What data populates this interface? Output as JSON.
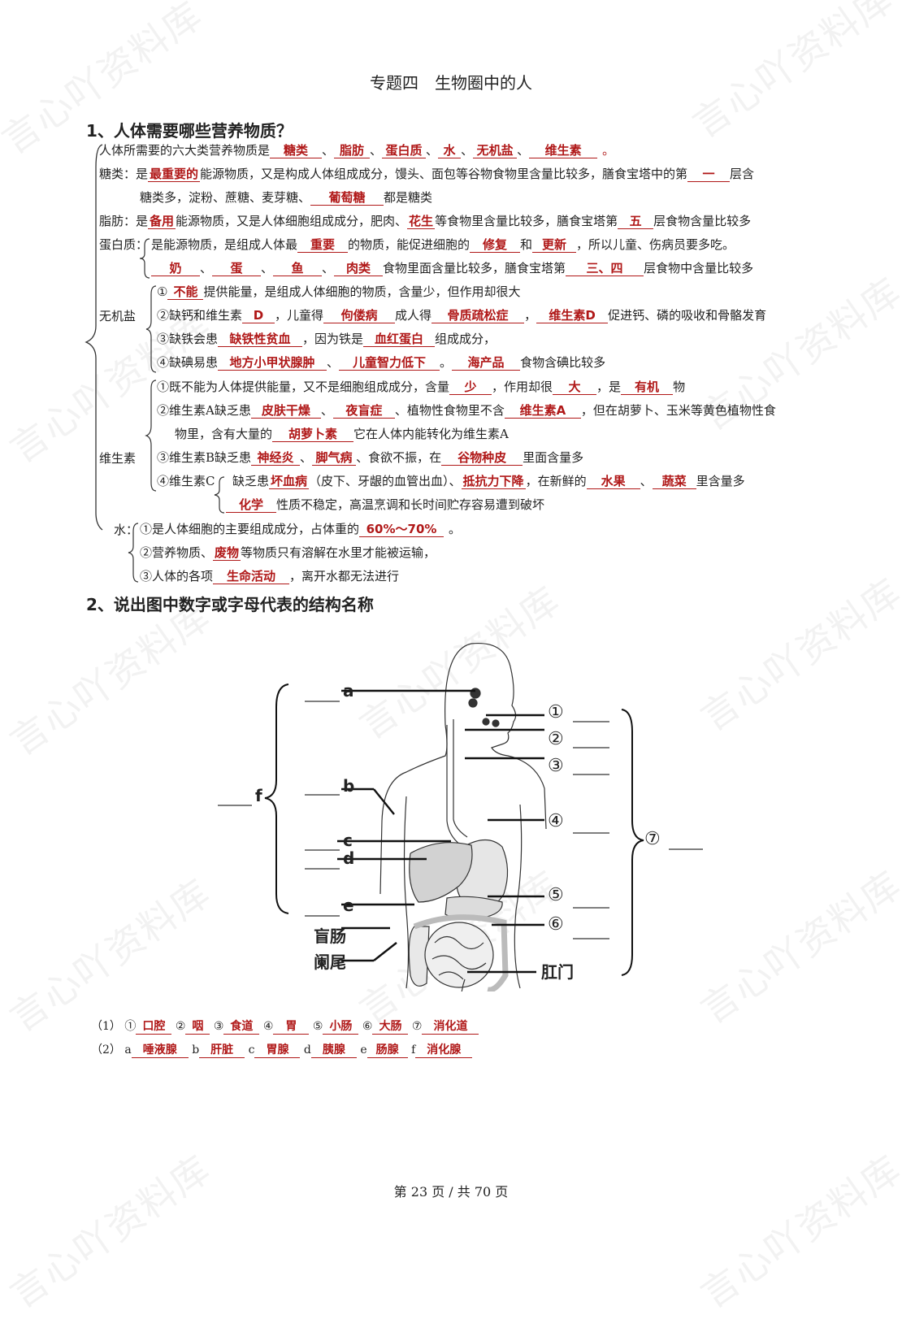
{
  "watermark": "言心吖资料库",
  "title": "专题四　生物圈中的人",
  "section1": {
    "heading": "1、人体需要哪些营养物质？",
    "intro": {
      "pre": "人体所需要的六大类营养物质是",
      "answers": [
        "糖类",
        "脂肪",
        "蛋白质",
        "水",
        "无机盐",
        "维生素"
      ],
      "end": "。"
    },
    "sugar": {
      "label": "糖类：是",
      "a1": "最重要的",
      "t1": "能源物质，又是构成人体组成成分，馒头、面包等谷物食物里含量比较多，膳食宝塔中的第",
      "a2": "一",
      "t2": "层含",
      "t3": "糖类多，淀粉、蔗糖、麦芽糖、",
      "a3": "葡萄糖",
      "t4": "都是糖类"
    },
    "fat": {
      "label": "脂肪：是",
      "a1": "备用",
      "t1": "能源物质，又是人体细胞组成成分，肥肉、",
      "a2": "花生",
      "t2": "等食物里含量比较多，膳食宝塔第",
      "a3": "五",
      "t3": "层食物含量比较多"
    },
    "protein": {
      "label": "蛋白质：",
      "t1": "是能源物质，是组成人体最",
      "a1": "重要",
      "t2": "的物质，能促进细胞的",
      "a2": "修复",
      "t3": "和",
      "a3": "更新",
      "t4": "，所以儿童、伤病员要多吃。",
      "foods": [
        "奶",
        "蛋",
        "鱼",
        "肉类"
      ],
      "t5": "食物里面含量比较多，膳食宝塔第",
      "a4": "三、四",
      "t6": "层食物中含量比较多"
    },
    "mineral": {
      "label": "无机盐",
      "l1": {
        "n": "①",
        "a1": "不能",
        "t1": "提供能量，是组成人体细胞的物质，含量少，但作用却很大"
      },
      "l2": {
        "n": "②",
        "t1": "缺钙和维生素",
        "a1": "D",
        "t2": "，儿童得",
        "a2": "佝偻病",
        "t3": "成人得",
        "a3": "骨质疏松症",
        "t4": "，",
        "a4": "维生素D",
        "t5": "促进钙、磷的吸收和骨骼发育"
      },
      "l3": {
        "n": "③",
        "t1": "缺铁会患",
        "a1": "缺铁性贫血",
        "t2": "，因为铁是",
        "a2": "血红蛋白",
        "t3": "组成成分，"
      },
      "l4": {
        "n": "④",
        "t1": "缺碘易患",
        "a1": "地方小甲状腺肿",
        "t2": "、",
        "a2": "儿童智力低下",
        "t3": "。",
        "a3": "海产品",
        "t4": "食物含碘比较多"
      }
    },
    "vitamin": {
      "label": "维生素",
      "l1": {
        "n": "①",
        "t1": "既不能为人体提供能量，又不是细胞组成成分，含量",
        "a1": "少",
        "t2": "，作用却很",
        "a2": "大",
        "t3": "，是",
        "a3": "有机",
        "t4": "物"
      },
      "l2": {
        "n": "②",
        "t1": "维生素A缺乏患",
        "a1": "皮肤干燥",
        "t2": "、",
        "a2": "夜盲症",
        "t3": "、植物性食物里不含",
        "a3": "维生素A",
        "t4": "，但在胡萝卜、玉米等黄色植物性食",
        "t5": "物里，含有大量的",
        "a4": "胡萝卜素",
        "t6": "它在人体内能转化为维生素A"
      },
      "l3": {
        "n": "③",
        "t1": "维生素B缺乏患",
        "a1": "神经炎",
        "t2": "、",
        "a2": "脚气病",
        "t3": "、食欲不振，在",
        "a3": "谷物种皮",
        "t4": "里面含量多"
      },
      "l4": {
        "n": "④",
        "t0": "维生素C",
        "t1": "缺乏患",
        "a1": "坏血病",
        "t2": "（皮下、牙龈的血管出血）、",
        "a2": "抵抗力下降",
        "t3": "，在新鲜的",
        "a3": "水果",
        "t4": "、",
        "a4": "蔬菜",
        "t5": "里含量多",
        "a5": "化学",
        "t6": "性质不稳定，高温烹调和长时间贮存容易遭到破坏"
      }
    },
    "water": {
      "label": "水：",
      "l1": {
        "n": "①",
        "t1": "是人体细胞的主要组成成分，占体重的",
        "a1": "60%～70%",
        "t2": "。"
      },
      "l2": {
        "n": "②",
        "t1": "营养物质、",
        "a1": "废物",
        "t2": "等物质只有溶解在水里才能被运输，"
      },
      "l3": {
        "n": "③",
        "t1": "人体的各项",
        "a1": "生命活动",
        "t2": "，离开水都无法进行"
      }
    }
  },
  "section2": {
    "heading": "2、说出图中数字或字母代表的结构名称",
    "diagram": {
      "left_labels": [
        "a",
        "b",
        "c",
        "d",
        "e"
      ],
      "group_left": "f",
      "right_labels": [
        "①",
        "②",
        "③",
        "④",
        "⑤",
        "⑥"
      ],
      "group_right": "⑦",
      "extra_labels": [
        "盲肠",
        "阑尾",
        "肛门"
      ]
    },
    "answers1": {
      "prefix": "（1）",
      "items": [
        {
          "n": "①",
          "a": "口腔"
        },
        {
          "n": "②",
          "a": "咽"
        },
        {
          "n": "③",
          "a": "食道"
        },
        {
          "n": "④",
          "a": "胃"
        },
        {
          "n": "⑤",
          "a": "小肠"
        },
        {
          "n": "⑥",
          "a": "大肠"
        },
        {
          "n": "⑦",
          "a": "消化道"
        }
      ]
    },
    "answers2": {
      "prefix": "（2）",
      "items": [
        {
          "n": "a",
          "a": "唾液腺"
        },
        {
          "n": "b",
          "a": "肝脏"
        },
        {
          "n": "c",
          "a": "胃腺"
        },
        {
          "n": "d",
          "a": "胰腺"
        },
        {
          "n": "e",
          "a": "肠腺"
        },
        {
          "n": "f",
          "a": "消化腺"
        }
      ]
    }
  },
  "footer": "第 23 页 / 共 70 页",
  "colors": {
    "answer": "#b01818",
    "text": "#222222"
  }
}
